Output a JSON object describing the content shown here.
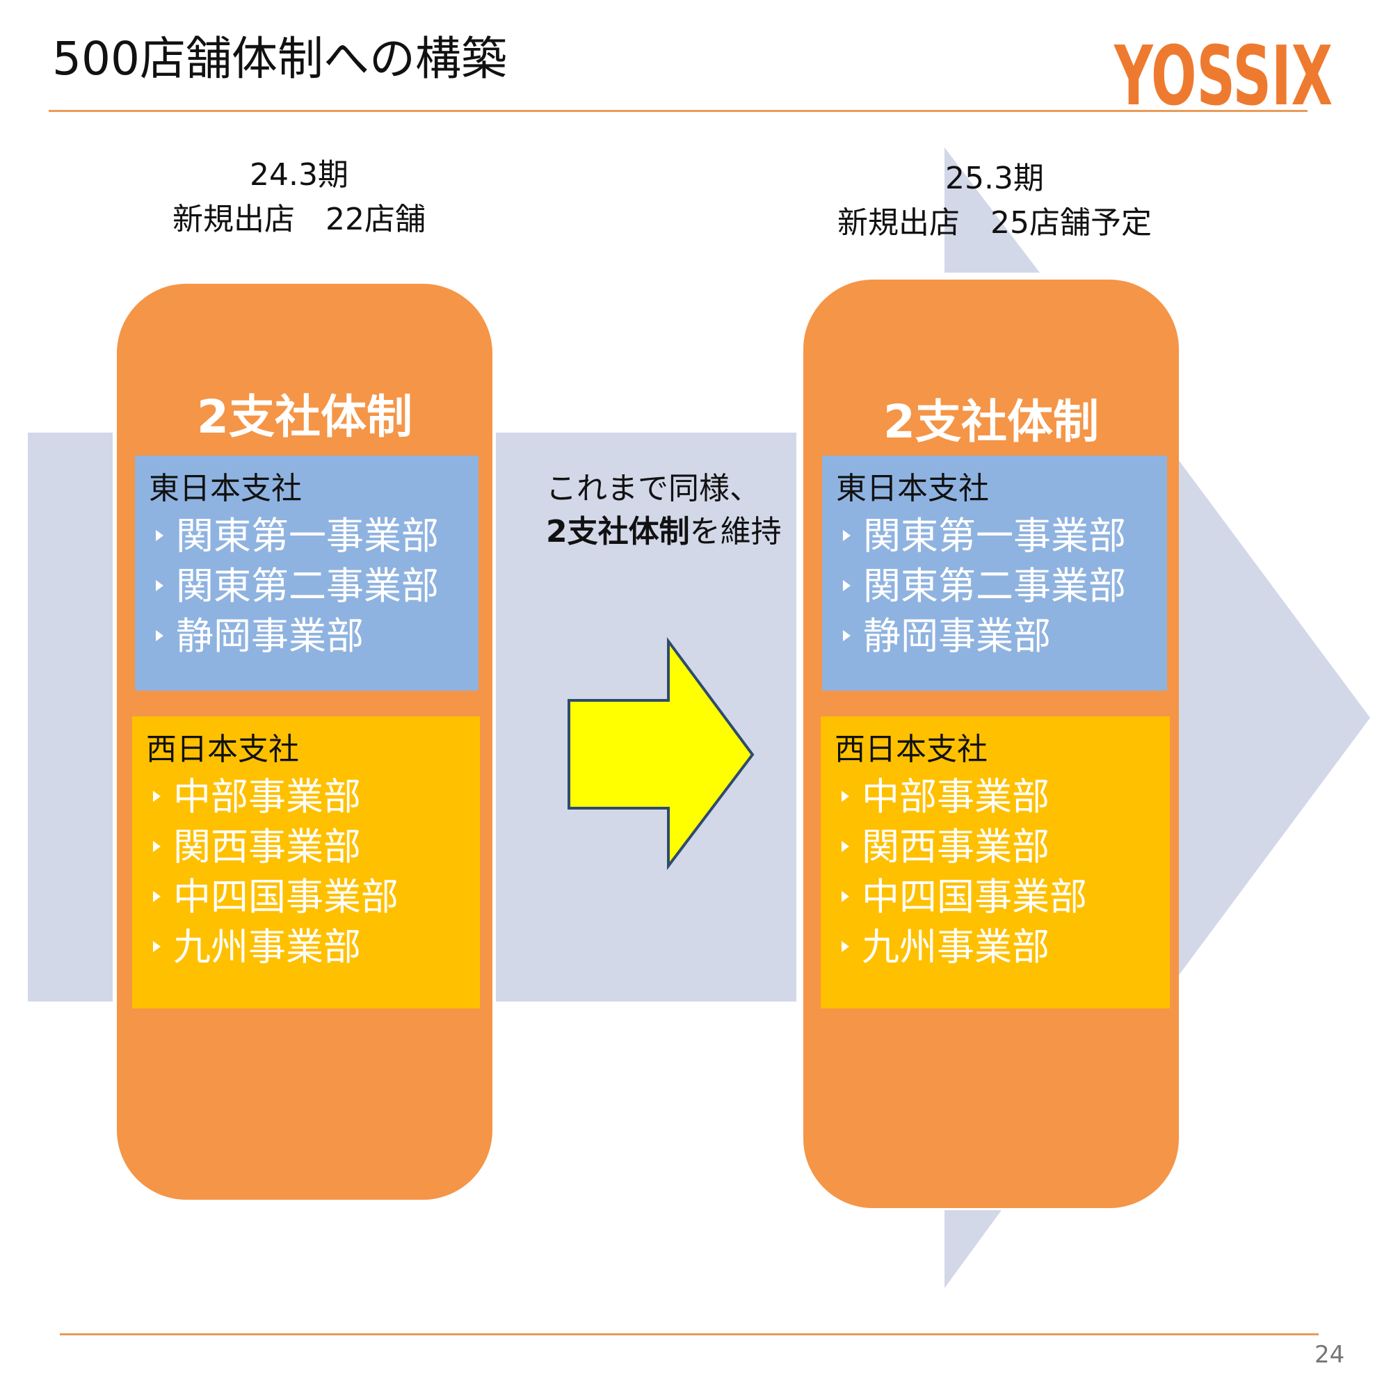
{
  "title": "500店舗体制への構築",
  "logo_text": "YOSSIX",
  "page_number": "24",
  "left": {
    "period": "24.3期",
    "openings": "新規出店　22店舗",
    "system": "2支社体制",
    "east": {
      "name": "東日本支社",
      "items": [
        "関東第一事業部",
        "関東第二事業部",
        "静岡事業部"
      ]
    },
    "west": {
      "name": "西日本支社",
      "items": [
        "中部事業部",
        "関西事業部",
        "中四国事業部",
        "九州事業部"
      ]
    }
  },
  "middle": {
    "line1": "これまで同様、",
    "line2_bold": "2支社体制",
    "line2_rest": "を維持"
  },
  "right": {
    "period": "25.3期",
    "openings": "新規出店　25店舗予定",
    "system": "2支社体制",
    "east": {
      "name": "東日本支社",
      "items": [
        "関東第一事業部",
        "関東第二事業部",
        "静岡事業部"
      ]
    },
    "west": {
      "name": "西日本支社",
      "items": [
        "中部事業部",
        "関西事業部",
        "中四国事業部",
        "九州事業部"
      ]
    }
  },
  "colors": {
    "accent_orange": "#f59547",
    "east_blue": "#8fb3e0",
    "west_yellow": "#ffc000",
    "band": "#d2d8e8",
    "arrow_yellow": "#ffff00",
    "logo": "#ee7a30"
  }
}
